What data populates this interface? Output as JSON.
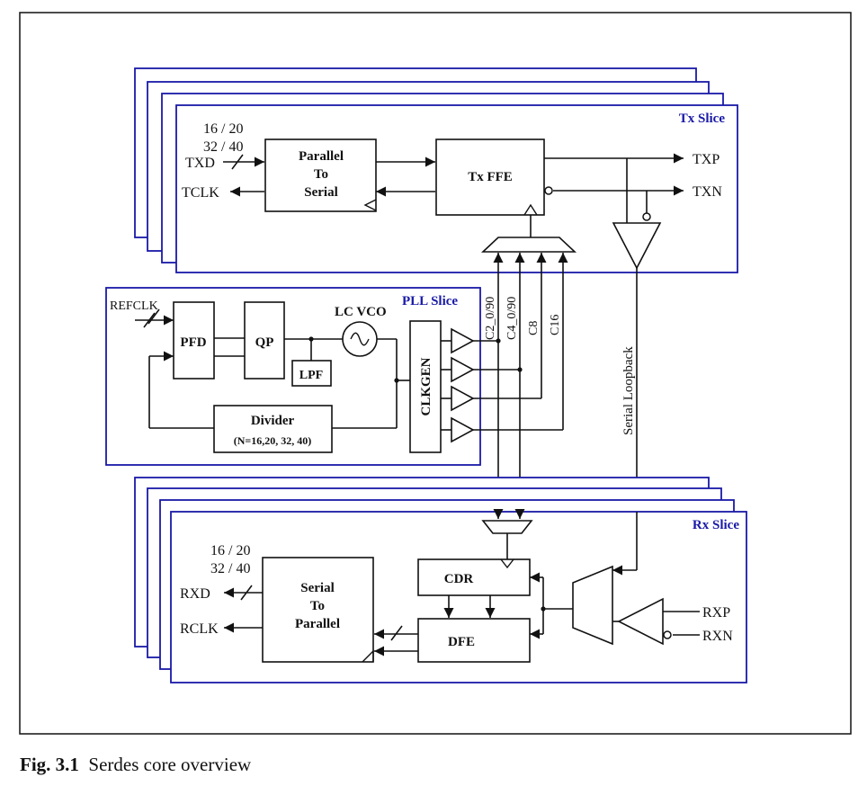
{
  "tx": {
    "slice_label": "Tx Slice",
    "width_top": "16 / 20",
    "width_bottom": "32 / 40",
    "data_in": "TXD",
    "clk_out": "TCLK",
    "p2s": [
      "Parallel",
      "To",
      "Serial"
    ],
    "ffe": "Tx FFE",
    "out_p": "TXP",
    "out_n": "TXN"
  },
  "pll": {
    "slice_label": "PLL Slice",
    "refclk": "REFCLK",
    "pfd": "PFD",
    "qp": "QP",
    "lpf": "LPF",
    "vco": "LC VCO",
    "clkgen": "CLKGEN",
    "divider": "Divider",
    "divider_n": "(N=16,20, 32, 40)",
    "clocks": [
      "C2_0/90",
      "C4_0/90",
      "C8",
      "C16"
    ]
  },
  "loopback": "Serial Loopback",
  "rx": {
    "slice_label": "Rx Slice",
    "width_top": "16 / 20",
    "width_bottom": "32 / 40",
    "data_out": "RXD",
    "clk_out": "RCLK",
    "s2p": [
      "Serial",
      "To",
      "Parallel"
    ],
    "cdr": "CDR",
    "dfe": "DFE",
    "in_p": "RXP",
    "in_n": "RXN"
  },
  "caption": {
    "fig": "Fig. 3.1",
    "text": "Serdes core overview"
  },
  "colors": {
    "slice_border": "#1a1aa8",
    "slice_label": "#1a1aa8",
    "line": "#111111"
  }
}
